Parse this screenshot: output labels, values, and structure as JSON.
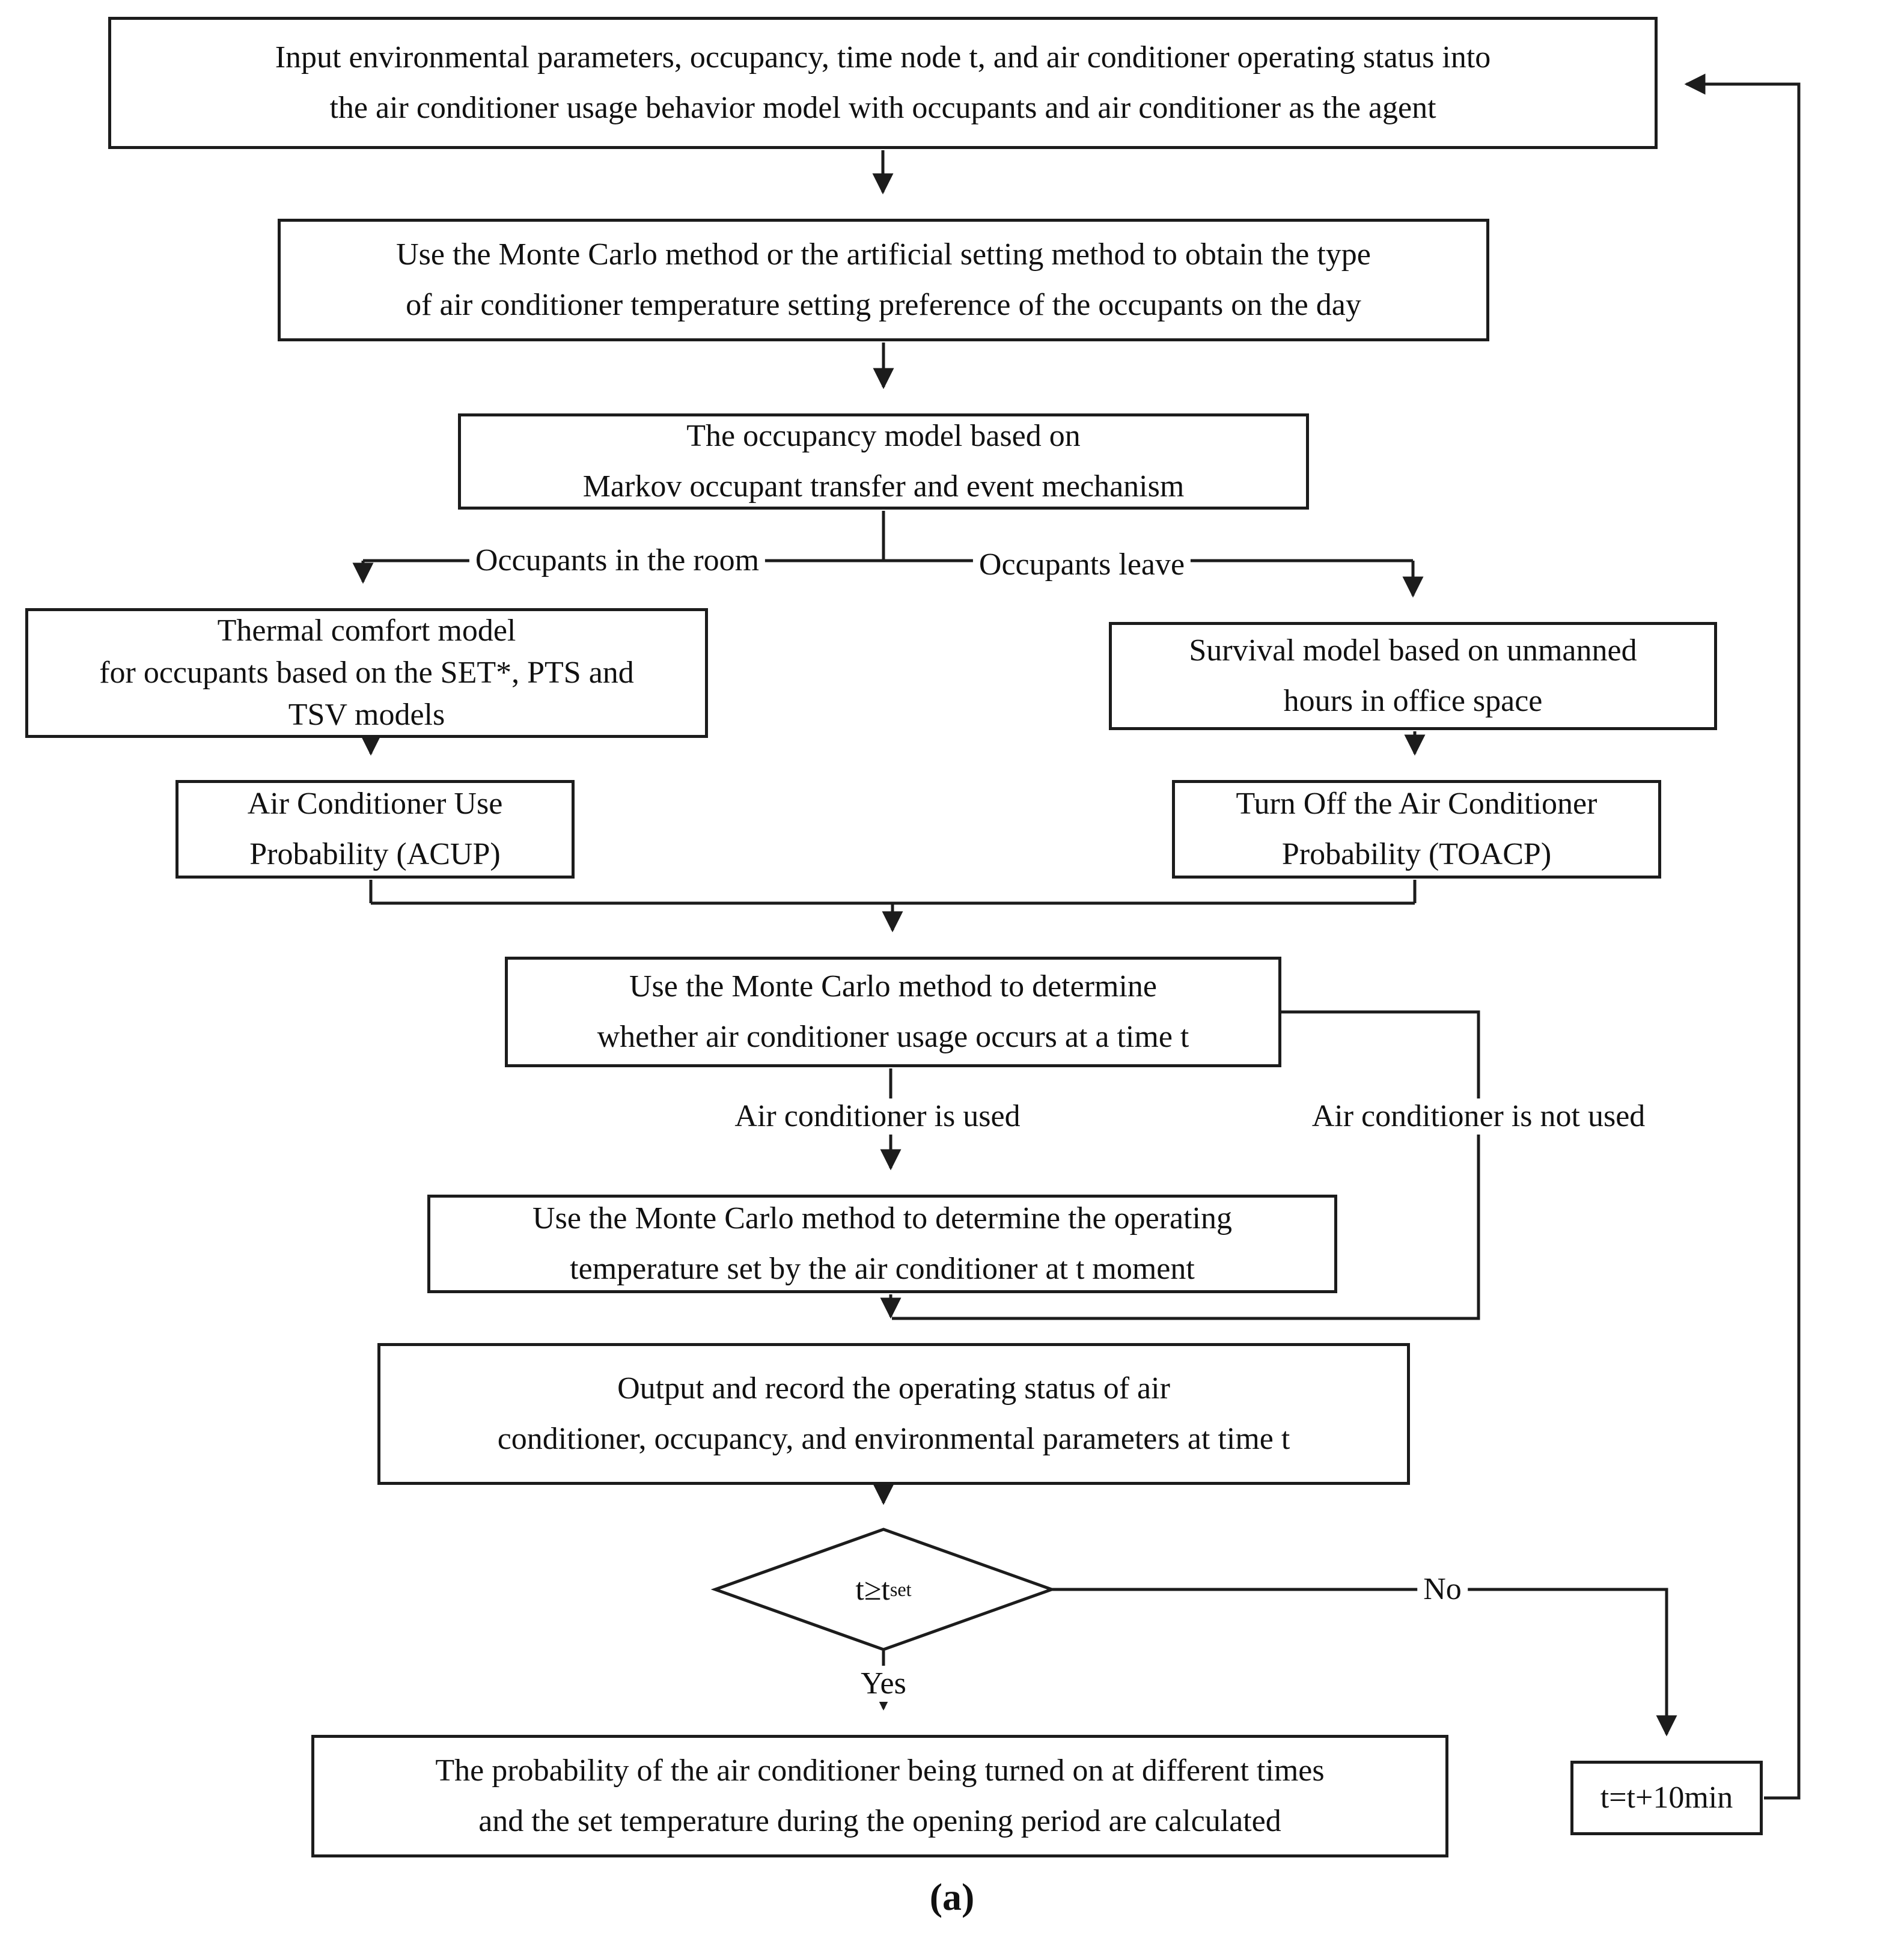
{
  "nodes": {
    "input": {
      "lines": [
        "Input environmental parameters, occupancy, time node t, and air conditioner operating status into",
        "the air conditioner usage behavior model with occupants and air conditioner as the agent"
      ]
    },
    "preference": {
      "lines": [
        "Use the Monte Carlo method or the artificial setting method to obtain the type",
        "of air conditioner temperature setting preference of the occupants on the day"
      ]
    },
    "occupancy": {
      "lines": [
        "The occupancy model based on",
        "Markov occupant transfer and event mechanism"
      ]
    },
    "thermal": {
      "lines": [
        "Thermal comfort model",
        "for occupants based on the SET*, PTS and",
        "TSV models"
      ]
    },
    "survival": {
      "lines": [
        "Survival model based on unmanned",
        "hours in office space"
      ]
    },
    "acup": {
      "lines": [
        "Air Conditioner Use",
        "Probability (ACUP)"
      ]
    },
    "toacp": {
      "lines": [
        "Turn Off the Air Conditioner",
        "Probability (TOACP)"
      ]
    },
    "usage": {
      "lines": [
        "Use the Monte Carlo method to determine",
        "whether air conditioner usage occurs at a time t"
      ]
    },
    "temp": {
      "lines": [
        "Use the Monte Carlo method to determine the operating",
        "temperature set by the air conditioner at t moment"
      ]
    },
    "output": {
      "lines": [
        "Output and record the operating status of air",
        "conditioner, occupancy, and environmental parameters at time t"
      ]
    },
    "decision": {
      "text_main": "t≥t",
      "text_sub": "set"
    },
    "result": {
      "lines": [
        "The probability of the air conditioner being turned on at different times",
        "and the set temperature during the opening period are calculated"
      ]
    },
    "t_increment": {
      "label": "t=t+10min"
    }
  },
  "edge_labels": {
    "occupants_in_room": "Occupants in the room",
    "occupants_leave": "Occupants leave",
    "ac_used": "Air conditioner is used",
    "ac_not_used": "Air conditioner is not used",
    "yes": "Yes",
    "no": "No"
  },
  "caption": "(a)",
  "colors": {
    "line": "#1c1c1c",
    "box_fill": "#ffffff",
    "text": "#111111"
  }
}
